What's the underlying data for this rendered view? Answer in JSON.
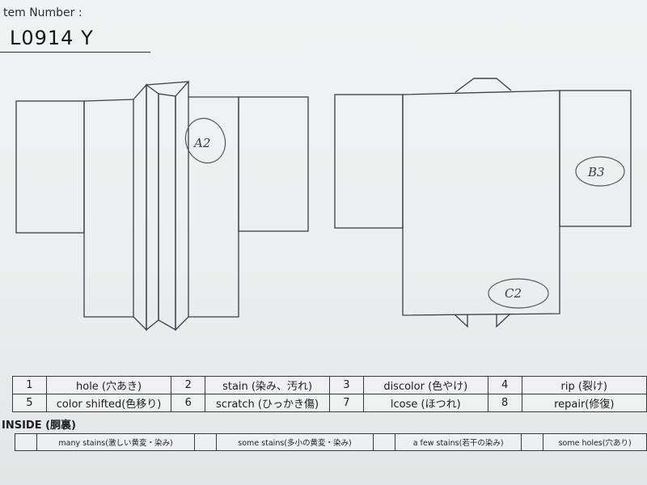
{
  "header": {
    "item_label": "tem Number :",
    "item_number": "L0914   Y"
  },
  "annotations": {
    "front_mark": "A2",
    "back_mark_1": "B3",
    "back_mark_2": "C2"
  },
  "legend": {
    "rows": [
      [
        {
          "num": "1",
          "label": "hole (穴あき)"
        },
        {
          "num": "2",
          "label": "stain (染み、汚れ)"
        },
        {
          "num": "3",
          "label": "discolor (色やけ)"
        },
        {
          "num": "4",
          "label": "rip (裂け)"
        }
      ],
      [
        {
          "num": "5",
          "label": "color shifted(色移り)"
        },
        {
          "num": "6",
          "label": "scratch (ひっかき傷)"
        },
        {
          "num": "7",
          "label": "lcose (ほつれ)"
        },
        {
          "num": "8",
          "label": "repair(修復)"
        }
      ]
    ]
  },
  "inside": {
    "heading": "INSIDE (胴裏)",
    "items": [
      "many stains(激しい黄変・染み)",
      "some stains(多小の黄変・染み)",
      "a few stains(若干の染み)",
      "some holes(穴あり)"
    ]
  }
}
